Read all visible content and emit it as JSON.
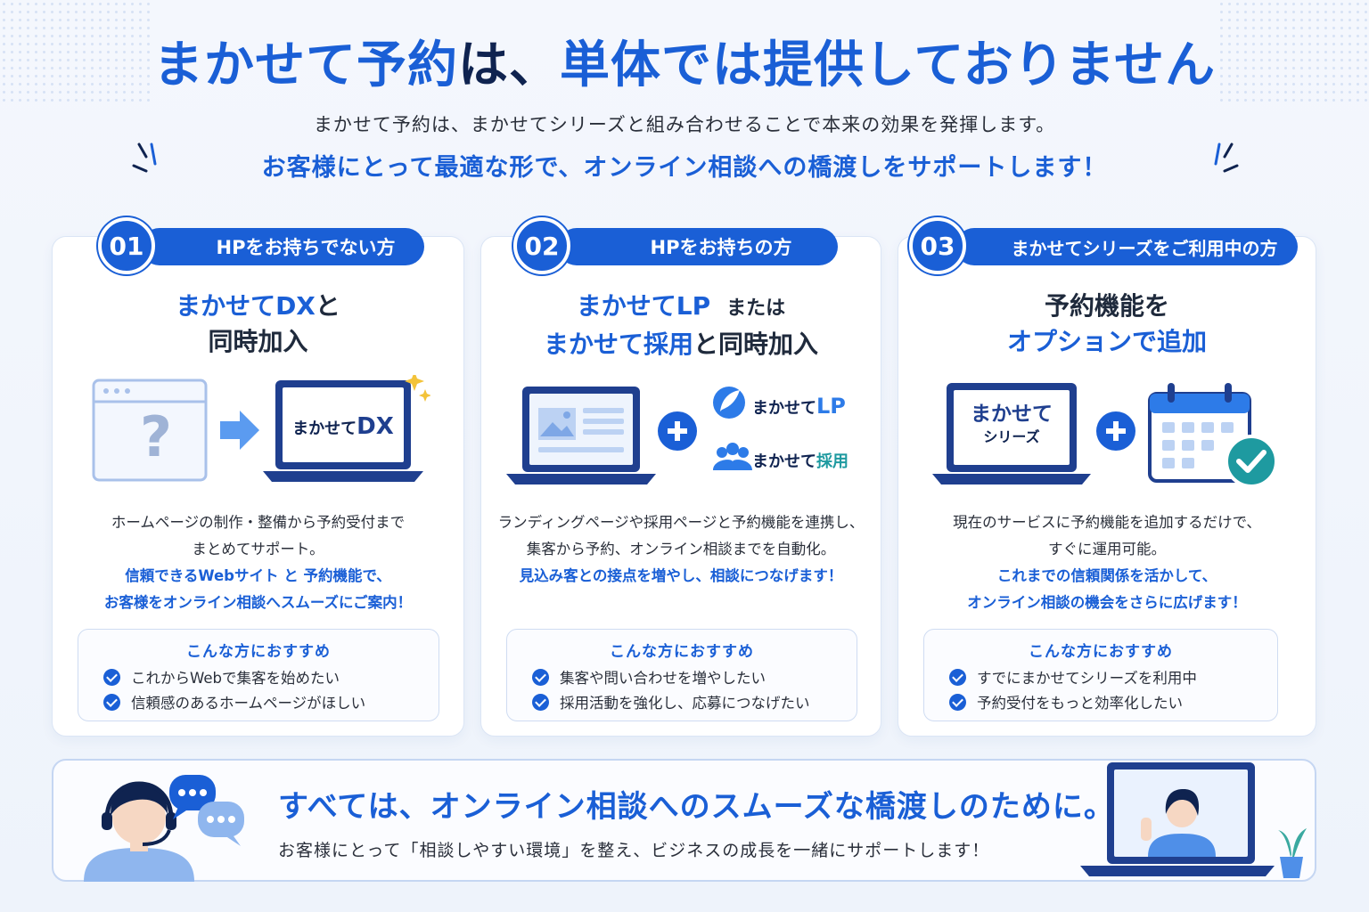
{
  "header": {
    "title_part1": "まかせて予約",
    "title_part2": "は、",
    "title_part3": "単体では提供しておりません",
    "subtitle": "まかせて予約は、まかせてシリーズと組み合わせることで本来の効果を発揮します。",
    "tagline": "お客様にとって最適な形で、オンライン相談への橋渡しをサポートします！"
  },
  "cards": [
    {
      "number": "01",
      "label": "HPをお持ちでない方",
      "heading_blue": "まかせてDX",
      "heading_rest": "と",
      "heading_line2": "同時加入",
      "screen_text_1": "まかせて",
      "screen_text_2": "DX",
      "question_mark": "?",
      "desc_line1": "ホームページの制作・整備から予約受付まで",
      "desc_line2": "まとめてサポート。",
      "desc_blue1": "信頼できるWebサイト と 予約機能で、",
      "desc_blue2": "お客様をオンライン相談へスムーズにご案内！",
      "rec_title": "こんな方におすすめ",
      "rec_items": [
        "これからWebで集客を始めたい",
        "信頼感のあるホームページがほしい"
      ]
    },
    {
      "number": "02",
      "label": "HPをお持ちの方",
      "heading_blue1": "まかせてLP",
      "heading_small": "または",
      "heading_blue2": "まかせて採用",
      "heading_rest": "と同時加入",
      "logo1_a": "まかせて",
      "logo1_b": "LP",
      "logo2_a": "まかせて",
      "logo2_b": "採用",
      "desc_line1": "ランディングページや採用ページと予約機能を連携し、",
      "desc_line2": "集客から予約、オンライン相談までを自動化。",
      "desc_blue1": "見込み客との接点を増やし、相談につなげます！",
      "rec_title": "こんな方におすすめ",
      "rec_items": [
        "集客や問い合わせを増やしたい",
        "採用活動を強化し、応募につなげたい"
      ]
    },
    {
      "number": "03",
      "label": "まかせてシリーズをご利用中の方",
      "heading_line1": "予約機能を",
      "heading_blue": "オプションで追加",
      "screen_text_1": "まかせて",
      "screen_text_2": "シリーズ",
      "desc_line1": "現在のサービスに予約機能を追加するだけで、",
      "desc_line2": "すぐに運用可能。",
      "desc_blue1": "これまでの信頼関係を活かして、",
      "desc_blue2": "オンライン相談の機会をさらに広げます！",
      "rec_title": "こんな方におすすめ",
      "rec_items": [
        "すでにまかせてシリーズを利用中",
        "予約受付をもっと効率化したい"
      ]
    }
  ],
  "banner": {
    "title": "すべては、オンライン相談へのスムーズな橋渡しのために。",
    "subtitle": "お客様にとって「相談しやすい環境」を整え、ビジネスの成長を一緒にサポートします！"
  },
  "colors": {
    "brand_blue": "#1a5fd6",
    "navy": "#0f2350",
    "teal": "#1e9aa0"
  }
}
